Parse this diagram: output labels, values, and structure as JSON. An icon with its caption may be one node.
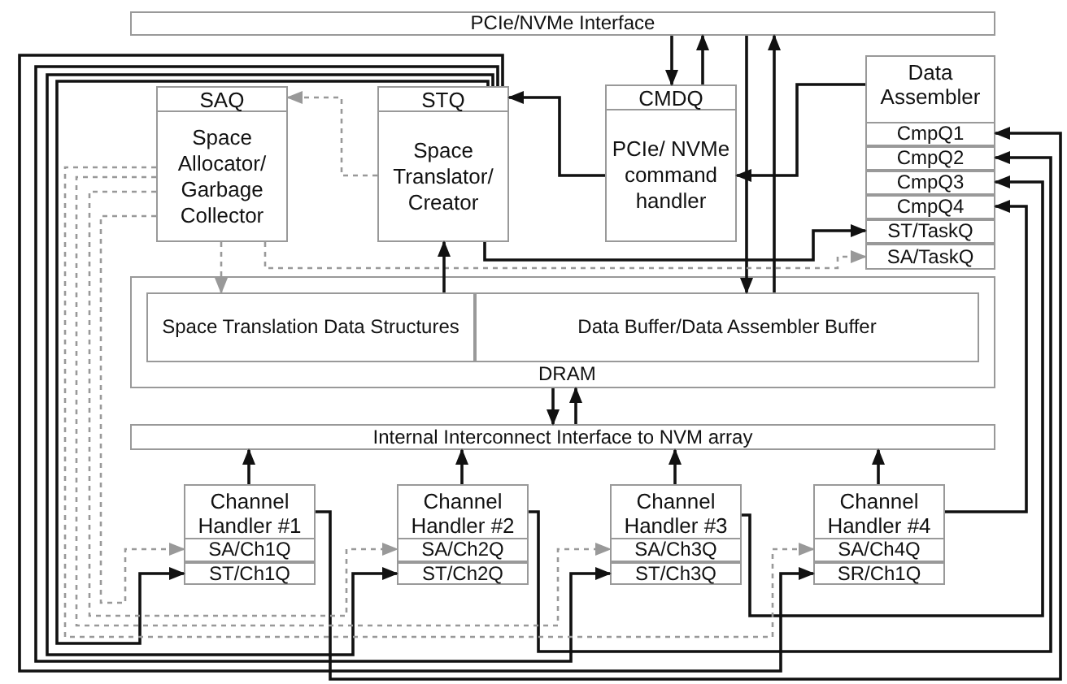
{
  "diagram": {
    "nodes": [
      {
        "text": [
          "PCIe/NVMe Interface"
        ]
      },
      {
        "text": [
          "SAQ",
          "Space Allocator/ Garbage Collector"
        ]
      },
      {
        "text": [
          "STQ",
          "Space Translator/ Creator"
        ]
      },
      {
        "text": [
          "CMDQ",
          "PCIe/ NVMe command handler"
        ]
      },
      {
        "text": [
          "Data Assembler"
        ]
      },
      {
        "text": [
          "CmpQ1"
        ],
        "in": 4
      },
      {
        "text": [
          "CmpQ2"
        ],
        "in": 4
      },
      {
        "text": [
          "CmpQ3"
        ],
        "in": 4
      },
      {
        "text": [
          "CmpQ4"
        ],
        "in": 4
      },
      {
        "text": [
          "ST/TaskQ"
        ],
        "in": 4
      },
      {
        "text": [
          "SA/TaskQ"
        ],
        "in": 4
      },
      {
        "text": [
          "DRAM"
        ]
      },
      {
        "text": [
          "Space Translation Data Structures"
        ],
        "in": 11
      },
      {
        "text": [
          "Data Buffer/Data Assembler Buffer"
        ],
        "in": 11
      },
      {
        "text": [
          "Internal Interconnect Interface to NVM array"
        ]
      },
      {
        "text": [
          "Channel Handler #1"
        ]
      },
      {
        "text": [
          "SA/Ch1Q"
        ],
        "in": 15
      },
      {
        "text": [
          "ST/Ch1Q"
        ],
        "in": 15
      },
      {
        "text": [
          "Channel Handler #2"
        ]
      },
      {
        "text": [
          "SA/Ch2Q"
        ],
        "in": 18
      },
      {
        "text": [
          "ST/Ch2Q"
        ],
        "in": 18
      },
      {
        "text": [
          "Channel Handler #3"
        ]
      },
      {
        "text": [
          "SA/Ch3Q"
        ],
        "in": 21
      },
      {
        "text": [
          "ST/Ch3Q"
        ],
        "in": 21
      },
      {
        "text": [
          "Channel Handler #4"
        ]
      },
      {
        "text": [
          "SA/Ch4Q"
        ],
        "in": 24
      },
      {
        "text": [
          "SR/Ch1Q"
        ],
        "in": 24
      }
    ],
    "edges": [
      {
        "from": 0,
        "to": 3,
        "arrow": "to"
      },
      {
        "from": 3,
        "to": 0,
        "arrow": "to"
      },
      {
        "from": 0,
        "to": 13,
        "arrow": "to"
      },
      {
        "from": 13,
        "to": 0,
        "arrow": "to"
      },
      {
        "from": 3,
        "to": 2,
        "arrow": "to"
      },
      {
        "from": 4,
        "to": 3,
        "arrow": "to"
      },
      {
        "from": 2,
        "to": 9,
        "arrow": "to"
      },
      {
        "from": 1,
        "to": 10,
        "arrow": "to",
        "style": "dashed",
        "color": "#999999"
      },
      {
        "from": 1,
        "to": 12,
        "arrow": "to",
        "style": "dashed",
        "color": "#999999"
      },
      {
        "from": 2,
        "to": 1,
        "arrow": "to",
        "style": "dashed",
        "color": "#999999"
      },
      {
        "from": 12,
        "to": 2,
        "arrow": "to"
      },
      {
        "from": 11,
        "to": 14,
        "arrow": "to"
      },
      {
        "from": 14,
        "to": 11,
        "arrow": "to"
      },
      {
        "from": 15,
        "to": 14,
        "arrow": "to"
      },
      {
        "from": 18,
        "to": 14,
        "arrow": "to"
      },
      {
        "from": 21,
        "to": 14,
        "arrow": "to"
      },
      {
        "from": 24,
        "to": 14,
        "arrow": "to"
      },
      {
        "from": 15,
        "to": 5,
        "arrow": "to"
      },
      {
        "from": 18,
        "to": 6,
        "arrow": "to"
      },
      {
        "from": 21,
        "to": 7,
        "arrow": "to"
      },
      {
        "from": 24,
        "to": 8,
        "arrow": "to"
      },
      {
        "from": 2,
        "to": 17,
        "arrow": "to"
      },
      {
        "from": 2,
        "to": 20,
        "arrow": "to"
      },
      {
        "from": 2,
        "to": 23,
        "arrow": "to"
      },
      {
        "from": 2,
        "to": 26,
        "arrow": "to"
      },
      {
        "from": 1,
        "to": 16,
        "arrow": "to",
        "style": "dashed",
        "color": "#999999"
      },
      {
        "from": 1,
        "to": 19,
        "arrow": "to",
        "style": "dashed",
        "color": "#999999"
      },
      {
        "from": 1,
        "to": 22,
        "arrow": "to",
        "style": "dashed",
        "color": "#999999"
      },
      {
        "from": 1,
        "to": 25,
        "arrow": "to",
        "style": "dashed",
        "color": "#999999"
      }
    ]
  }
}
